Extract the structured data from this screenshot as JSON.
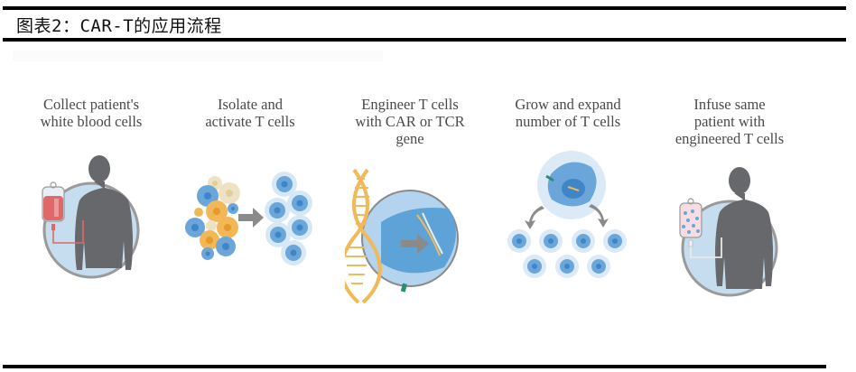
{
  "figure": {
    "title": "图表2：CAR-T的应用流程"
  },
  "steps": [
    {
      "label": "Collect patient's white blood cells",
      "lines": [
        "Collect patient's",
        "white blood cells"
      ],
      "icon": "patient-blood-collection-icon"
    },
    {
      "label": "Isolate and activate T cells",
      "lines": [
        "Isolate and",
        "activate T cells"
      ],
      "icon": "isolate-cells-icon"
    },
    {
      "label": "Engineer T cells with CAR or TCR gene",
      "lines": [
        "Engineer T cells",
        "with CAR or TCR",
        "gene"
      ],
      "icon": "dna-engineer-icon"
    },
    {
      "label": "Grow and expand number of T cells",
      "lines": [
        "Grow and expand",
        "number of T cells"
      ],
      "icon": "cell-expansion-icon"
    },
    {
      "label": "Infuse same patient with engineered T cells",
      "lines": [
        "Infuse same",
        "patient with",
        "engineered T cells"
      ],
      "icon": "patient-infusion-icon"
    }
  ],
  "colors": {
    "circle_fill": "#c6ddef",
    "circle_stroke": "#9a9a9a",
    "silhouette": "#66686b",
    "blood": "#e0686a",
    "cell_blue": "#6aa6d9",
    "cell_nucleus": "#3f86c6",
    "cell_orange": "#f2b757",
    "cell_cream": "#ede3c4",
    "dna": "#f0b95a",
    "arrow": "#8a8a8a",
    "receptor": "#2e8b7a"
  }
}
